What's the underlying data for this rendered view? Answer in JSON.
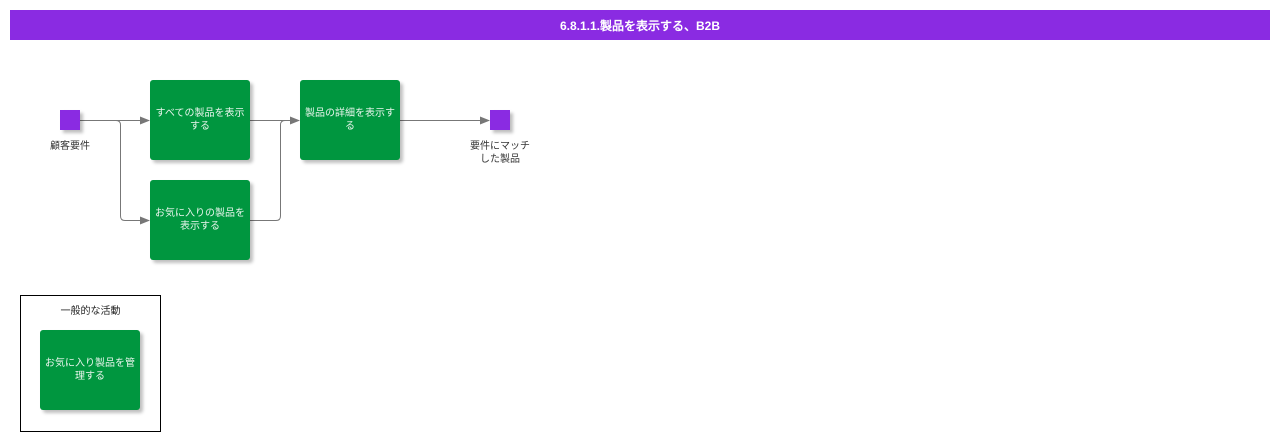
{
  "header": {
    "title": "6.8.1.1.製品を表示する、B2B",
    "color": "#8a2be2"
  },
  "diagram": {
    "start_event": {
      "label": "顧客要件"
    },
    "end_event": {
      "label_line1": "要件にマッチ",
      "label_line2": "した製品"
    },
    "activities": [
      {
        "id": "show-all-products",
        "label": "すべての製品を表示する"
      },
      {
        "id": "show-favorite-products",
        "label": "お気に入りの製品を表示する"
      },
      {
        "id": "show-product-details",
        "label": "製品の詳細を表示する"
      }
    ],
    "connections": [
      {
        "from": "顧客要件",
        "to": "すべての製品を表示する"
      },
      {
        "from": "顧客要件",
        "to": "お気に入りの製品を表示する"
      },
      {
        "from": "すべての製品を表示する",
        "to": "製品の詳細を表示する"
      },
      {
        "from": "お気に入りの製品を表示する",
        "to": "製品の詳細を表示する"
      },
      {
        "from": "製品の詳細を表示する",
        "to": "要件にマッチした製品"
      }
    ],
    "general_activities": {
      "title": "一般的な活動",
      "activities": [
        {
          "id": "manage-favorite-products",
          "label": "お気に入り製品を管理する"
        }
      ]
    },
    "colors": {
      "activity": "#00963f",
      "event": "#8a2be2",
      "connector": "#777777"
    }
  }
}
